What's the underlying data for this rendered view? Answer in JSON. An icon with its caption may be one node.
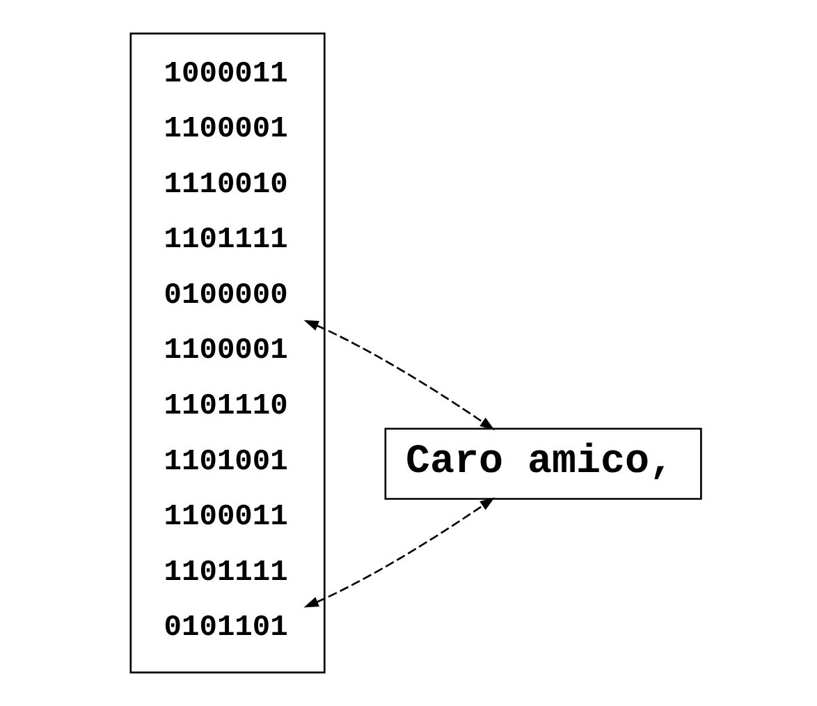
{
  "diagram": {
    "nodes": [
      {
        "text": [],
        "shape": "box"
      },
      {
        "text": [
          "1000011"
        ],
        "in": 0
      },
      {
        "text": [
          "1100001"
        ],
        "in": 0
      },
      {
        "text": [
          "1110010"
        ],
        "in": 0
      },
      {
        "text": [
          "1101111"
        ],
        "in": 0
      },
      {
        "text": [
          "0100000"
        ],
        "in": 0
      },
      {
        "text": [
          "1100001"
        ],
        "in": 0
      },
      {
        "text": [
          "1101110"
        ],
        "in": 0
      },
      {
        "text": [
          "1101001"
        ],
        "in": 0
      },
      {
        "text": [
          "1100011"
        ],
        "in": 0
      },
      {
        "text": [
          "1101111"
        ],
        "in": 0
      },
      {
        "text": [
          "0101101"
        ],
        "in": 0
      },
      {
        "text": [
          "Caro amico,"
        ]
      }
    ],
    "edges": [
      {
        "from": 5,
        "to": 12,
        "arrow": "both",
        "style": "dashed"
      },
      {
        "from": 11,
        "to": 12,
        "arrow": "both",
        "style": "dashed"
      }
    ]
  }
}
